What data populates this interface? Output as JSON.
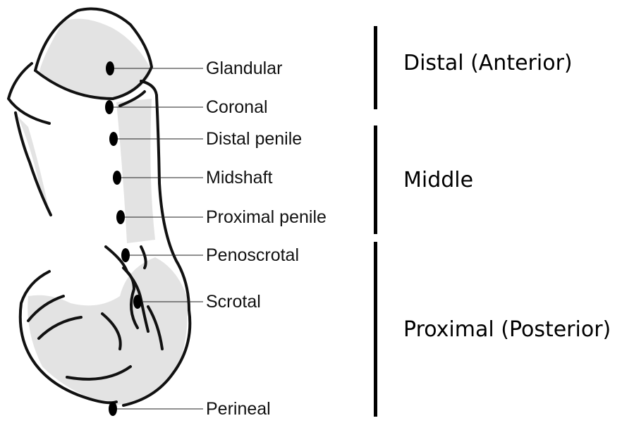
{
  "locations": [
    {
      "id": "glandular",
      "label": "Glandular"
    },
    {
      "id": "coronal",
      "label": "Coronal"
    },
    {
      "id": "distal-penile",
      "label": "Distal penile"
    },
    {
      "id": "midshaft",
      "label": "Midshaft"
    },
    {
      "id": "proximal-penile",
      "label": "Proximal penile"
    },
    {
      "id": "penoscrotal",
      "label": "Penoscrotal"
    },
    {
      "id": "scrotal",
      "label": "Scrotal"
    },
    {
      "id": "perineal",
      "label": "Perineal"
    }
  ],
  "regions": [
    {
      "id": "distal",
      "label": "Distal (Anterior)"
    },
    {
      "id": "middle",
      "label": "Middle"
    },
    {
      "id": "proximal",
      "label": "Proximal (Posterior)"
    }
  ]
}
